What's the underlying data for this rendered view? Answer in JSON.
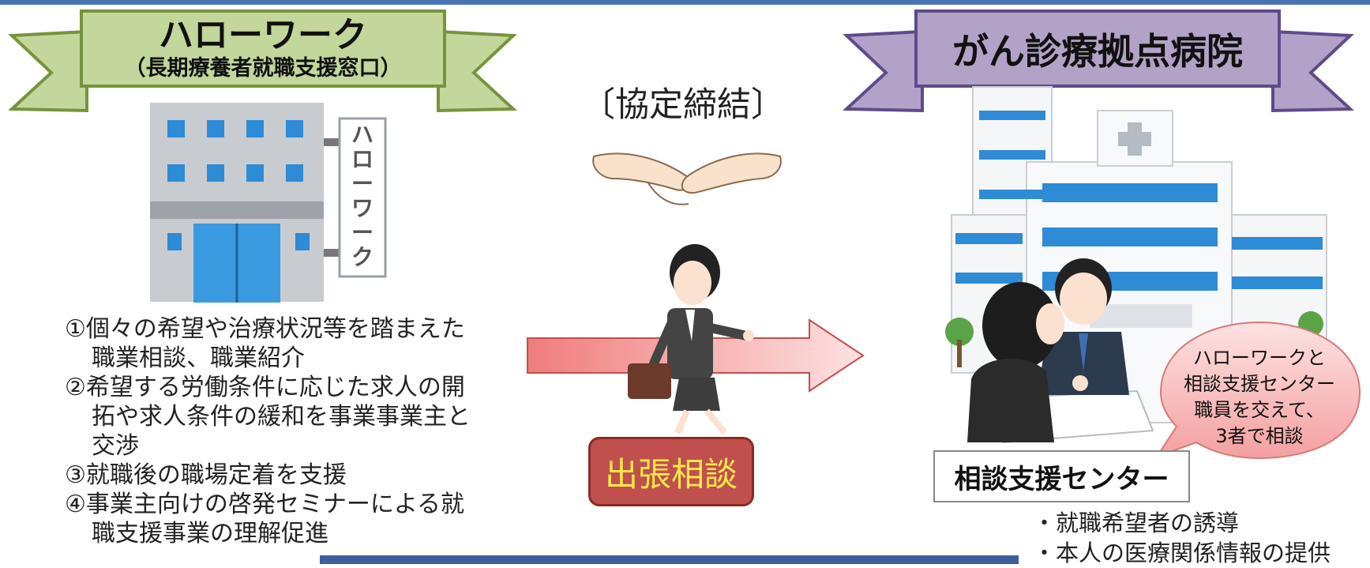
{
  "hellowork": {
    "title": "ハローワーク",
    "subtitle": "（長期療養者就職支援窓口）",
    "sign_chars": [
      "ハ",
      "ロ",
      "ー",
      "ワ",
      "ー",
      "ク"
    ],
    "items": [
      "①個々の希望や治療状況等を踏まえた職業相談、職業紹介",
      "②希望する労働条件に応じた求人の開拓や求人条件の緩和を事業事業主と交渉",
      "③就職後の職場定着を支援",
      "④事業主向けの啓発セミナーによる就職支援事業の理解促進"
    ]
  },
  "agreement_label": "〔協定締結〕",
  "dispatch_label": "出張相談",
  "hospital": {
    "title": "がん診療拠点病院",
    "bubble_lines": [
      "ハローワークと",
      "相談支援センター",
      "職員を交えて、",
      "3者で相談"
    ],
    "center_label": "相談支援センター",
    "center_items": [
      "・就職希望者の誘導",
      "・本人の医療関係情報の提供"
    ]
  },
  "colors": {
    "hw_ribbon": "#c3d69b",
    "hw_ribbon_border": "#77933c",
    "gh_ribbon": "#b3a2c7",
    "gh_ribbon_border": "#5f4a8b",
    "dispatch_bg": "#c0504d",
    "dispatch_text": "#ffe94a",
    "arrow": "#f4a6a6",
    "bubble": "#f7c7c7",
    "building_blue": "#2e8bd6"
  }
}
